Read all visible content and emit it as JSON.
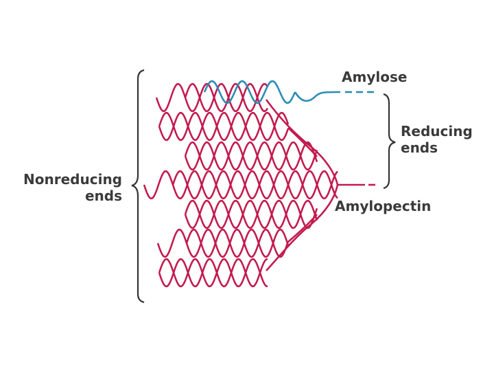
{
  "labels": {
    "amylose": "Amylose",
    "reducing_ends_line1": "Reducing",
    "reducing_ends_line2": "ends",
    "nonreducing_line1": "Nonreducing",
    "nonreducing_line2": "ends",
    "amylopectin": "Amylopectin"
  },
  "colors": {
    "amylose": "#2a8bb5",
    "amylopectin": "#c21b4f",
    "bracket": "#333333"
  }
}
